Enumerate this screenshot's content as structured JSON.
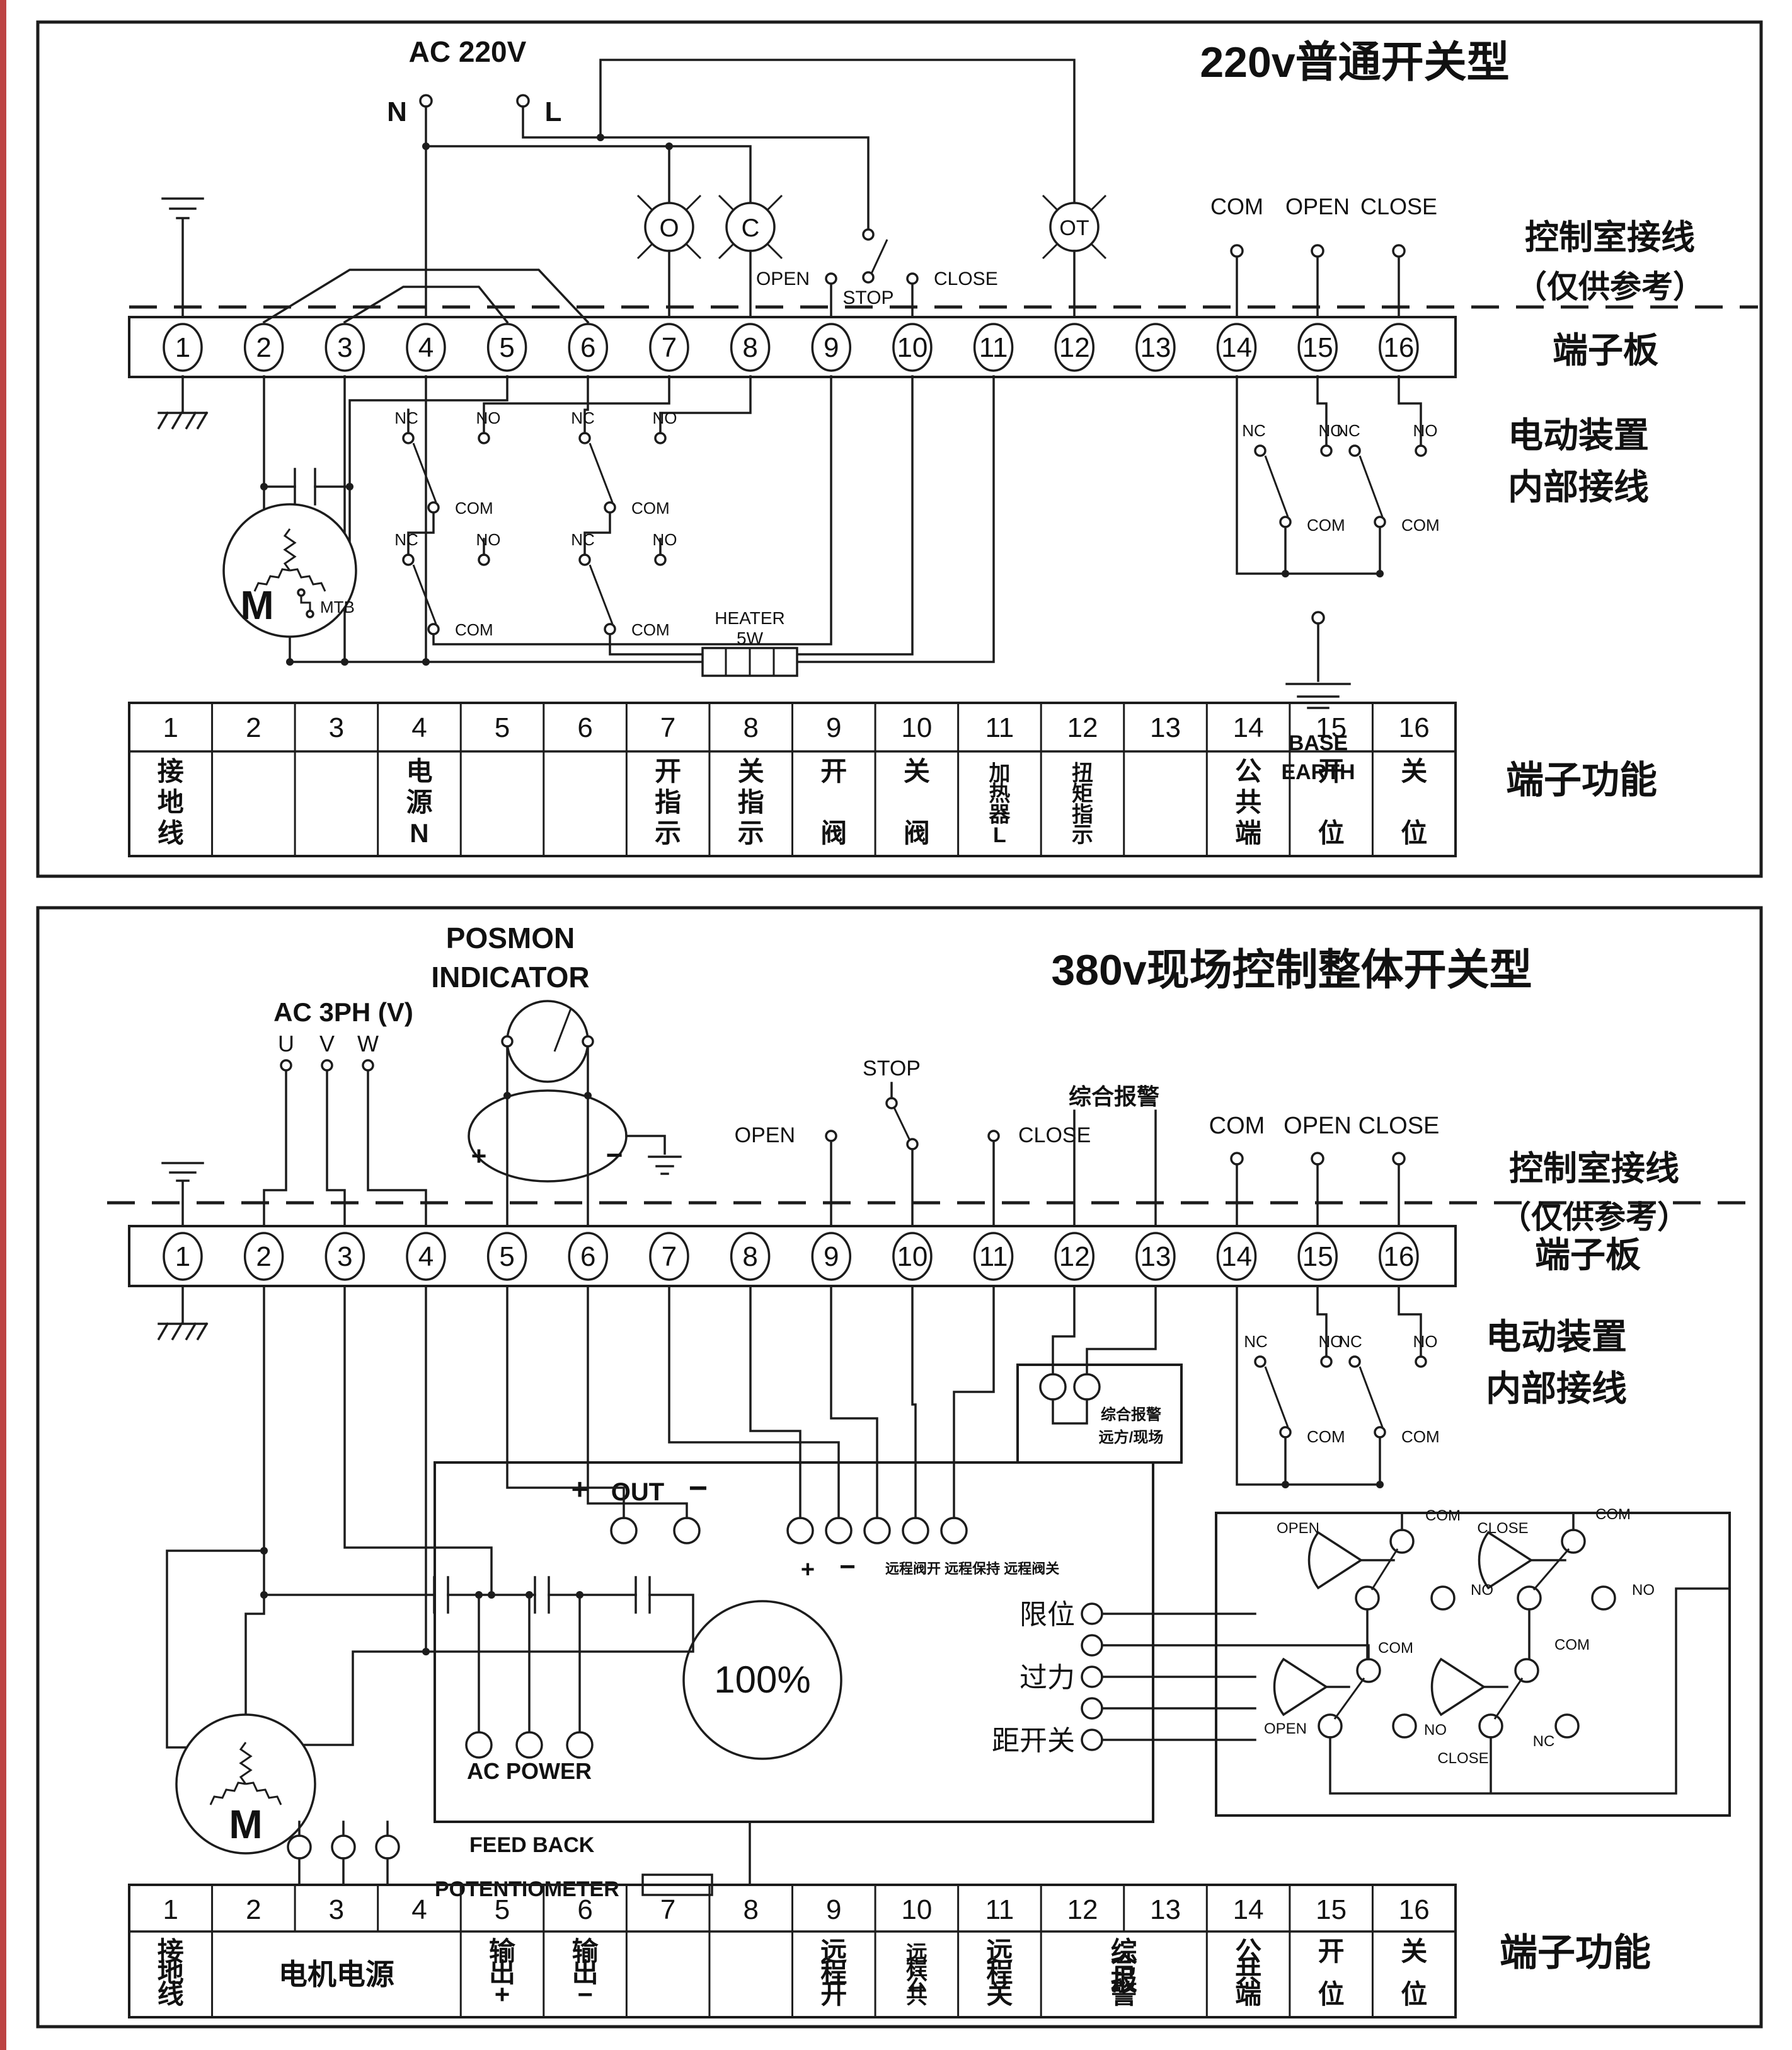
{
  "page": {
    "background": "#ffffff",
    "line_color": "#1c1c1c",
    "scan_edge_color": "#b22222"
  },
  "top": {
    "title": "220v普通开关型",
    "ac_label": "AC 220V",
    "n_label": "N",
    "l_label": "L",
    "lamp_open": "O",
    "lamp_close": "C",
    "lamp_torque": "OT",
    "open_label": "OPEN",
    "stop_label": "STOP",
    "close_label": "CLOSE",
    "remote_com": "COM",
    "remote_open": "OPEN",
    "remote_close": "CLOSE",
    "nc_label": "NC",
    "no_label": "NO",
    "com_label": "COM",
    "heater_line1": "HEATER",
    "heater_line2": "5W",
    "motor_label": "M",
    "mtb_label": "MTB",
    "base_earth_line1": "BASE",
    "base_earth_line2": "EARTH",
    "note_line1": "控制室接线",
    "note_line2": "（仅供参考）",
    "terminal_board_label": "端子板",
    "device_line1": "电动装置",
    "device_line2": "内部接线",
    "function_label": "端子功能",
    "terminals": [
      "1",
      "2",
      "3",
      "4",
      "5",
      "6",
      "7",
      "8",
      "9",
      "10",
      "11",
      "12",
      "13",
      "14",
      "15",
      "16"
    ],
    "table": {
      "numbers": [
        "1",
        "2",
        "3",
        "4",
        "5",
        "6",
        "7",
        "8",
        "9",
        "10",
        "11",
        "12",
        "13",
        "14",
        "15",
        "16"
      ],
      "cells": [
        {
          "text": "接地线"
        },
        {
          "text": ""
        },
        {
          "text": ""
        },
        {
          "text": "电源N"
        },
        {
          "text": ""
        },
        {
          "text": ""
        },
        {
          "text": "开指示"
        },
        {
          "text": "关指示"
        },
        {
          "text": "开阀"
        },
        {
          "text": "关阀"
        },
        {
          "text": "加热器L",
          "small": true
        },
        {
          "text": "扭矩指示",
          "small": true
        },
        {
          "text": ""
        },
        {
          "text": "公共端"
        },
        {
          "text": "开位"
        },
        {
          "text": "关位"
        }
      ]
    }
  },
  "bottom": {
    "title": "380v现场控制整体开关型",
    "posmon_line1": "POSMON",
    "posmon_line2": "INDICATOR",
    "ac_label": "AC 3PH (V)",
    "u_label": "U",
    "v_label": "V",
    "w_label": "W",
    "open_label": "OPEN",
    "stop_label": "STOP",
    "close_label": "CLOSE",
    "alarm_label": "综合报警",
    "remote_com": "COM",
    "remote_open": "OPEN",
    "remote_close": "CLOSE",
    "note_line1": "控制室接线",
    "note_line2": "（仅供参考）",
    "terminal_board_label": "端子板",
    "device_line1": "电动装置",
    "device_line2": "内部接线",
    "function_label": "端子功能",
    "alarm_box_line1": "综合报警",
    "alarm_box_line2": "远方/现场",
    "nc_label": "NC",
    "no_label": "NO",
    "com_label": "COM",
    "out_plus": "+",
    "out_label": "OUT",
    "out_minus": "−",
    "remote_plus": "+",
    "remote_minus": "−",
    "remote_terminals_note": "远程阀开  远程保持  远程阀关",
    "percent_label": "100%",
    "limit_label": "限位",
    "overtorque_label": "过力",
    "distance_label": "距开关",
    "ac_power_label": "AC POWER",
    "feedback_line1": "FEED BACK",
    "feedback_line2": "POTENTIOMETER",
    "motor_label": "M",
    "terminals": [
      "1",
      "2",
      "3",
      "4",
      "5",
      "6",
      "7",
      "8",
      "9",
      "10",
      "11",
      "12",
      "13",
      "14",
      "15",
      "16"
    ],
    "table": {
      "numbers": [
        "1",
        "2",
        "3",
        "4",
        "5",
        "6",
        "7",
        "8",
        "9",
        "10",
        "11",
        "12",
        "13",
        "14",
        "15",
        "16"
      ],
      "cells": [
        {
          "text": "接地线"
        },
        {
          "text": "电机电源",
          "span": 3,
          "horizontal": true
        },
        {
          "text": "输出+"
        },
        {
          "text": "输出−"
        },
        {
          "text": ""
        },
        {
          "text": ""
        },
        {
          "text": "远程开"
        },
        {
          "text": "远程公共",
          "small": true
        },
        {
          "text": "远程关"
        },
        {
          "text": "综合报警",
          "span": 2
        },
        {
          "text": "公共端"
        },
        {
          "text": "开位"
        },
        {
          "text": "关位"
        }
      ]
    }
  }
}
